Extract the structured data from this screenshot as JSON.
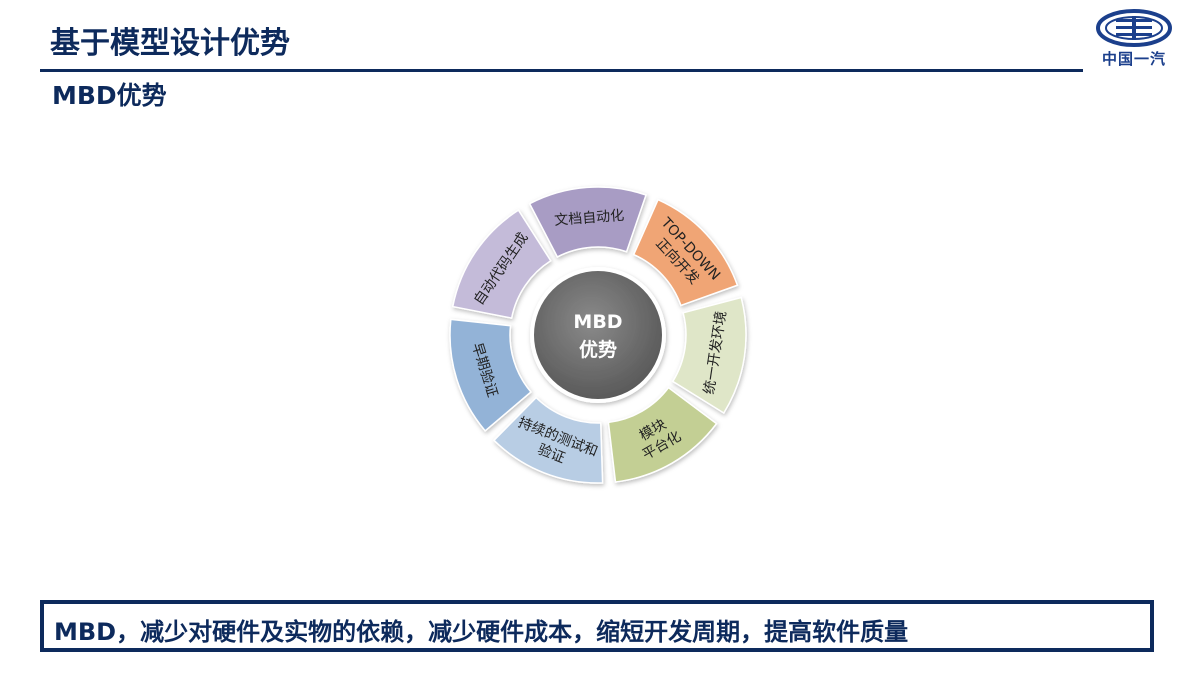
{
  "header": {
    "title": "基于模型设计优势",
    "subtitle": "MBD优势",
    "logo_text": "中国一汽"
  },
  "diagram": {
    "hub": {
      "line1": "MBD",
      "line2": "优势"
    },
    "segments": [
      {
        "lines": [
          "文档自动化"
        ],
        "fill": "#a89cc4"
      },
      {
        "lines": [
          "TOP-DOWN",
          "正向开发"
        ],
        "fill": "#f0a574"
      },
      {
        "lines": [
          "统一开发环境"
        ],
        "fill": "#dfe6c8"
      },
      {
        "lines": [
          "模块",
          "平台化"
        ],
        "fill": "#c3cf94"
      },
      {
        "lines": [
          "持续的测试和",
          "验证"
        ],
        "fill": "#b8cde4"
      },
      {
        "lines": [
          "早期验证"
        ],
        "fill": "#93b3d7"
      },
      {
        "lines": [
          "自动代码生成"
        ],
        "fill": "#c4bbd9"
      }
    ]
  },
  "banner": {
    "text": "MBD，减少对硬件及实物的依赖，减少硬件成本，缩短开发周期，提高软件质量"
  },
  "colors": {
    "brand": "#0d2a5c",
    "hub": "#6b6b6b"
  }
}
